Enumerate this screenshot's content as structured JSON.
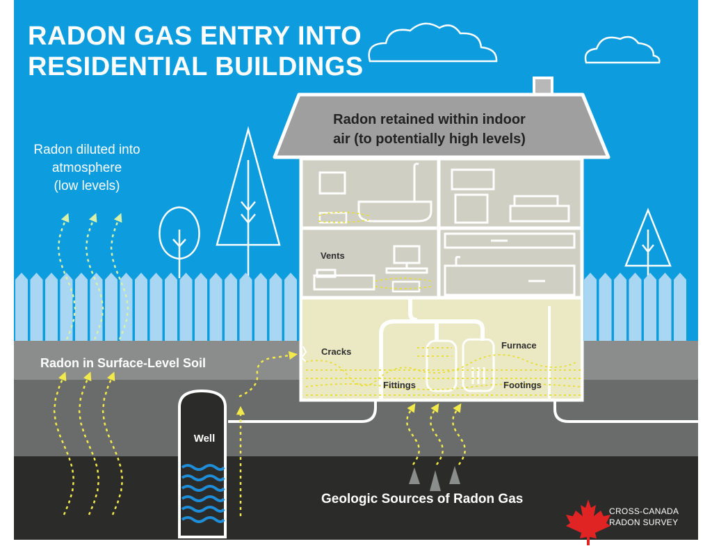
{
  "title": {
    "line1": "RADON GAS ENTRY INTO",
    "line2": "RESIDENTIAL BUILDINGS"
  },
  "sky_note": {
    "line1": "Radon diluted into",
    "line2": "atmosphere",
    "line3": "(low levels)"
  },
  "roof_label": {
    "line1": "Radon retained within indoor",
    "line2": "air (to potentially high levels)"
  },
  "house_labels": {
    "vents": "Vents",
    "cracks": "Cracks",
    "fittings": "Fittings",
    "furnace": "Furnace",
    "footings": "Footings"
  },
  "soil_label": "Radon in Surface-Level Soil",
  "well_label": "Well",
  "geologic_label": "Geologic Sources of Radon Gas",
  "brand": {
    "line1": "CROSS-CANADA",
    "line2": "RADON SURVEY",
    "logo_icon": "maple-leaf-icon"
  },
  "colors": {
    "sky": "#0d9ddf",
    "fence": "#a9d6f2",
    "surface_soil": "#8b8c8c",
    "subsoil": "#6a6b6b",
    "bedrock": "#2b2b2a",
    "house_interior": "#cfcfc3",
    "basement": "#ebe9c3",
    "radon_arrows": "#f2ea4a",
    "well_water": "#1f8ed8",
    "logo_red": "#e02424"
  }
}
